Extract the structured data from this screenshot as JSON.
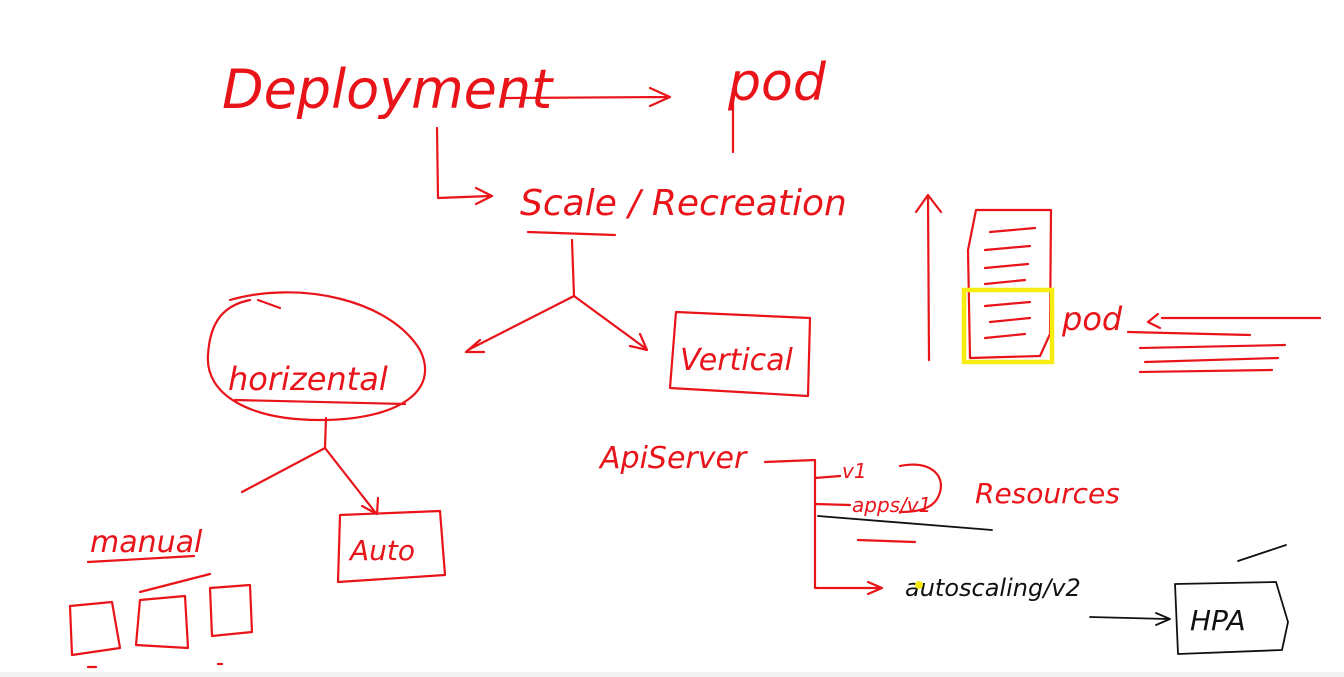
{
  "labels": {
    "deployment": "Deployment",
    "pod_top": "pod",
    "scale": "Scale / Recreation",
    "horizontal": "horizental",
    "vertical": "Vertical",
    "manual": "manual",
    "auto": "Auto",
    "apiserver": "ApiServer",
    "v1": "v1",
    "apps_v1": "apps/v1",
    "resources": "Resources",
    "autoscaling": "autoscaling/v2",
    "hpa": "HPA",
    "pod_right": "pod"
  },
  "colors": {
    "ink_red": "#e8141a",
    "ink_black": "#111111",
    "highlight": "#f7ec0f"
  }
}
